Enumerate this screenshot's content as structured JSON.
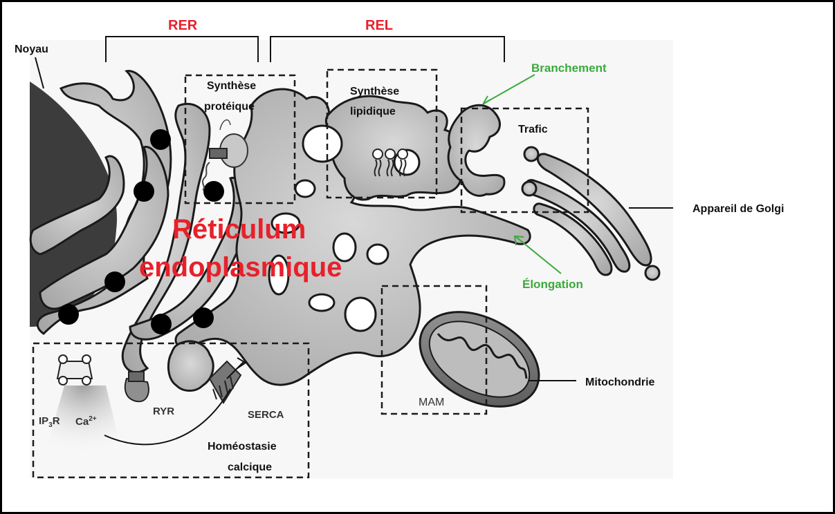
{
  "colors": {
    "red": "#e8202a",
    "green": "#3aaa3a",
    "black": "#111111",
    "membrane_fill": "#bfbfbf",
    "membrane_stroke": "#1a1a1a",
    "nucleus": "#3c3c3c"
  },
  "labels": {
    "rer": "RER",
    "rel": "REL",
    "noyau": "Noyau",
    "branchement": "Branchement",
    "elongation": "Élongation",
    "golgi": "Appareil de Golgi",
    "mitochondrie": "Mitochondrie",
    "reticulum_line1": "Réticulum",
    "reticulum_line2": "endoplasmique"
  },
  "boxes": {
    "synthese_proteique": [
      "Synthèse",
      "protéique"
    ],
    "synthese_lipidique": [
      "Synthèse",
      "lipidique"
    ],
    "trafic": "Trafic",
    "mam": "MAM",
    "homeostasie": [
      "Homéostasie",
      "calcique"
    ]
  },
  "channels": {
    "ip3r_main": "IP",
    "ip3r_sub": "3",
    "ip3r_tail": "R",
    "ca": "Ca",
    "ca_sup": "2+",
    "ryr": "RYR",
    "serca": "SERCA"
  },
  "icons": [
    "ribosome-dot",
    "ribosome-protein-icon",
    "phospholipid-icon",
    "ip3r-channel-icon",
    "ryr-channel-icon",
    "serca-pump-icon",
    "mitochondria-icon",
    "golgi-icon"
  ]
}
